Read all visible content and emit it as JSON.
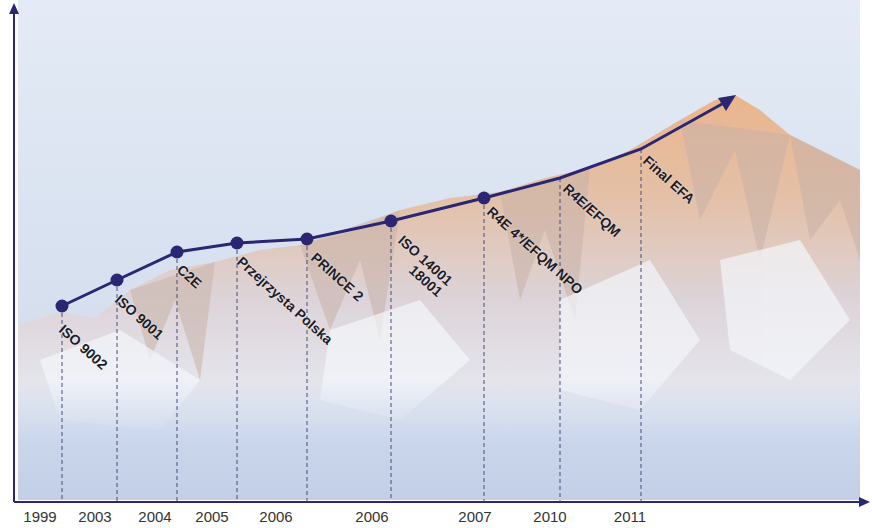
{
  "diagram": {
    "labels": [
      "ISO 9002",
      "ISO 9001",
      "C2E",
      "Przejrzysta Polska",
      "PRINCE 2",
      "ISO 14001 18001",
      "R4E 4*/EFQM NPO",
      "R4E/EFQM",
      "Final EFA",
      "1999",
      "2003",
      "2004",
      "2005",
      "2006",
      "2006",
      "2007",
      "2010",
      "2011"
    ]
  }
}
